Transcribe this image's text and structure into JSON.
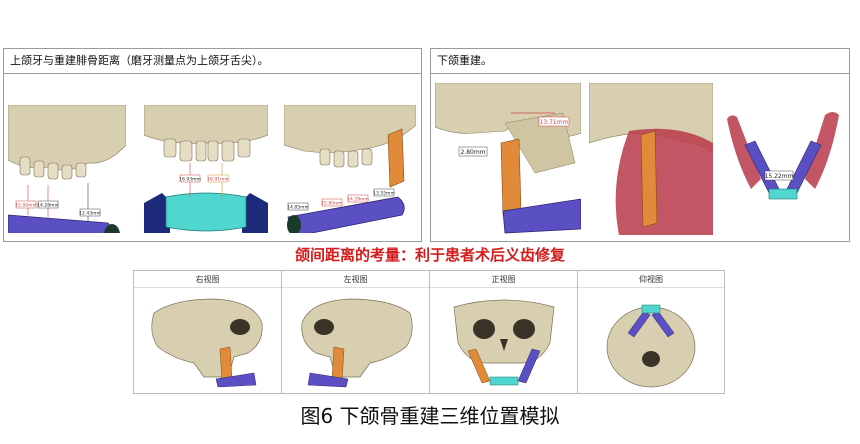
{
  "left_panel": {
    "title": "上颌牙与重建腓骨距离（磨牙测量点为上颌牙舌尖）。",
    "views": [
      {
        "measurements": [
          "15.92mm",
          "14.28mm",
          "12.43mm"
        ]
      },
      {
        "measurements": [
          "16.93mm",
          "16.91mm"
        ]
      },
      {
        "measurements": [
          "14.85mm",
          "15.80mm",
          "14.29mm",
          "13.55mm"
        ]
      }
    ]
  },
  "right_panel": {
    "title": "下颌重建。",
    "measurements": [
      "2.80mm",
      "13.71mm",
      "15.22mm"
    ]
  },
  "red_caption": "颌间距离的考量：利于患者术后义齿修复",
  "bottom_views": [
    {
      "label": "右视图"
    },
    {
      "label": "左视图"
    },
    {
      "label": "正视图"
    },
    {
      "label": "仰视图"
    }
  ],
  "figure_caption": "图6 下颌骨重建三维位置模拟",
  "colors": {
    "bone": "#d8cfb0",
    "fibula_blue": "#5b4fc4",
    "fibula_cyan": "#4fd6cf",
    "plate_orange": "#e08a3a",
    "tissue_red": "#b8384a",
    "caption_red": "#d41c1c"
  }
}
